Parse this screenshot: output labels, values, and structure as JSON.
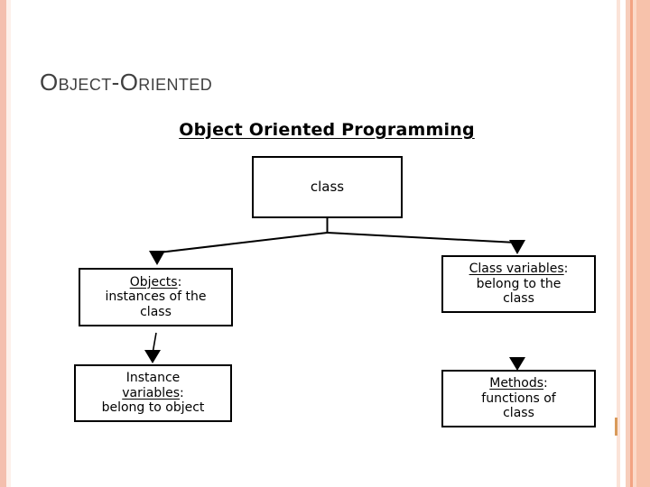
{
  "slide": {
    "title": "Object-Oriented",
    "background_color": "#ffffff",
    "title_color": "#404040",
    "border_accent_color": "#f7c2ab",
    "tick_mark_color": "#d99a5a"
  },
  "diagram": {
    "title": "Object Oriented Programming",
    "line_color": "#000000",
    "box_fill": "#ffffff",
    "nodes": [
      {
        "id": "class",
        "label": "class",
        "lines": [
          {
            "text": "class",
            "underline": false
          }
        ]
      },
      {
        "id": "objects",
        "label": "Objects: instances of the class",
        "lines": [
          {
            "text": "Objects",
            "underline": true,
            "suffix": ":"
          },
          {
            "text": "instances of the",
            "underline": false
          },
          {
            "text": "class",
            "underline": false
          }
        ]
      },
      {
        "id": "class-variables",
        "label": "Class variables: belong to the class",
        "lines": [
          {
            "text": "Class variables",
            "underline": true,
            "suffix": ":"
          },
          {
            "text": "belong to the",
            "underline": false
          },
          {
            "text": "class",
            "underline": false
          }
        ]
      },
      {
        "id": "instance-variables",
        "label": "Instance variables: belong to object",
        "lines": [
          {
            "text": "Instance",
            "underline": false
          },
          {
            "text": "variables",
            "underline": true,
            "suffix": ":"
          },
          {
            "text": "belong to object",
            "underline": false
          }
        ]
      },
      {
        "id": "methods",
        "label": "Methods: functions of class",
        "lines": [
          {
            "text": "Methods",
            "underline": true,
            "suffix": ":"
          },
          {
            "text": "functions of",
            "underline": false
          },
          {
            "text": "class",
            "underline": false
          }
        ]
      }
    ],
    "edges": [
      {
        "from": "class",
        "to": "objects",
        "style": "solid-arrow"
      },
      {
        "from": "class",
        "to": "class-variables",
        "style": "solid-arrow"
      },
      {
        "from": "objects",
        "to": "instance-variables",
        "style": "solid-arrow"
      },
      {
        "from": "class-variables",
        "to": "methods",
        "style": "solid-arrow"
      }
    ]
  }
}
